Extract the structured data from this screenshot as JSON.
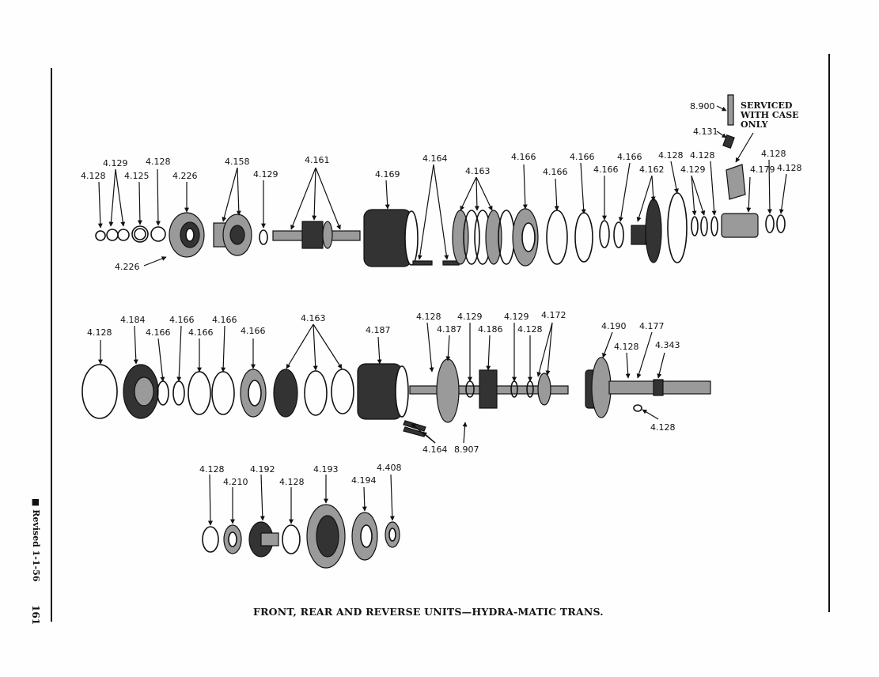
{
  "caption": "FRONT, REAR AND REVERSE UNITS—HYDRA-MATIC TRANS.",
  "side_note": "■ Revised 1-1-56",
  "page_number": "161",
  "serviced_note": [
    "SERVICED",
    "WITH CASE",
    "ONLY"
  ],
  "labels": [
    "8.900",
    "4.131",
    "4.129",
    "4.128",
    "4.128",
    "4.125",
    "4.226",
    "4.158",
    "4.129",
    "4.161",
    "4.169",
    "4.164",
    "4.163",
    "4.166",
    "4.166",
    "4.166",
    "4.166",
    "4.166",
    "4.128",
    "4.128",
    "4.129",
    "4.162",
    "4.179",
    "4.128",
    "4.128",
    "4.226",
    "4.184",
    "4.128",
    "4.166",
    "4.166",
    "4.166",
    "4.166",
    "4.166",
    "4.163",
    "4.187",
    "4.128",
    "4.187",
    "4.129",
    "4.186",
    "4.129",
    "4.128",
    "4.172",
    "4.190",
    "4.177",
    "4.128",
    "4.343",
    "4.128",
    "4.164",
    "8.907",
    "4.128",
    "4.192",
    "4.193",
    "4.408",
    "4.210",
    "4.128",
    "4.194"
  ]
}
